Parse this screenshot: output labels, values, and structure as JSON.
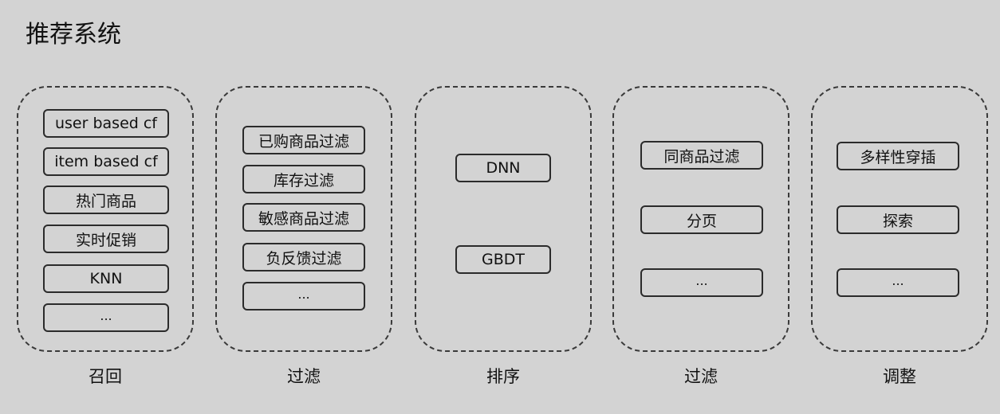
{
  "title": "推荐系统",
  "stages": [
    {
      "label": "召回",
      "items": [
        "user based cf",
        "item based cf",
        "热门商品",
        "实时促销",
        "KNN",
        "..."
      ]
    },
    {
      "label": "过滤",
      "items": [
        "已购商品过滤",
        "库存过滤",
        "敏感商品过滤",
        "负反馈过滤",
        "..."
      ]
    },
    {
      "label": "排序",
      "items": [
        "DNN",
        "GBDT"
      ]
    },
    {
      "label": "过滤",
      "items": [
        "同商品过滤",
        "分页",
        "..."
      ]
    },
    {
      "label": "调整",
      "items": [
        "多样性穿插",
        "探索",
        "..."
      ]
    }
  ]
}
